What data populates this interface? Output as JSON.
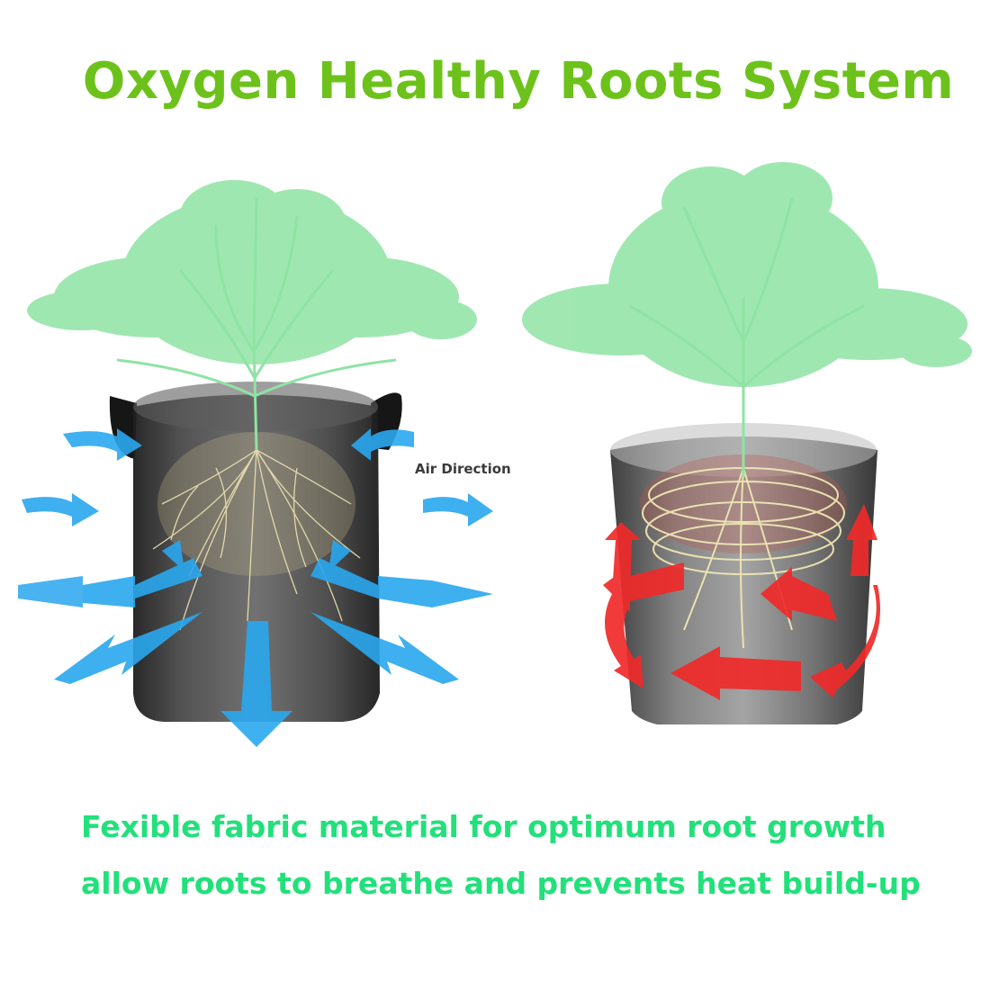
{
  "title": "Oxygen Healthy Roots System",
  "air_direction_label": "Air Direction",
  "captions": [
    "Fexible fabric material for optimum root growth",
    "allow roots to breathe and prevents heat build-up"
  ],
  "colors": {
    "title": "#6cc21a",
    "caption": "#22e07a",
    "foliage": "#8fe3a4",
    "roots": "#efe6b4",
    "air_arrow": "#2aa7ee",
    "heat_arrow": "#f02a2a",
    "pot": "#3c3c3c"
  }
}
